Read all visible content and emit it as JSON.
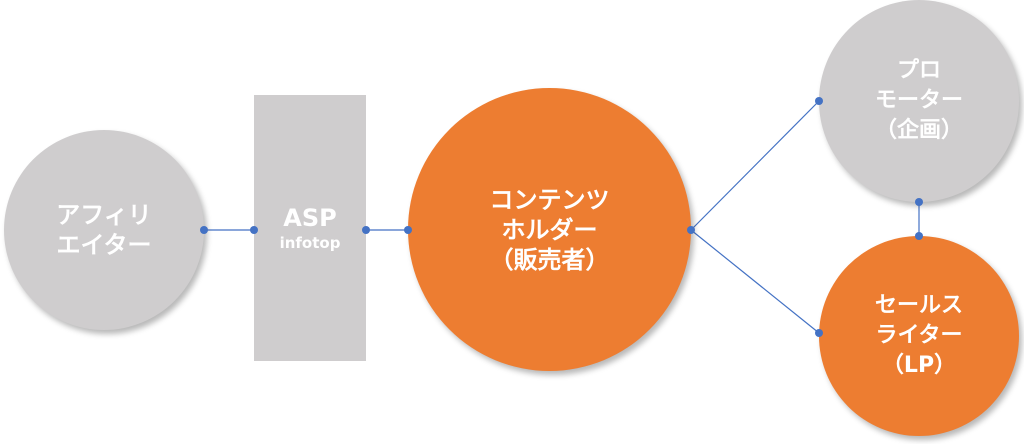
{
  "nodes": {
    "affiliator": {
      "lines": [
        "アフィリ",
        "エイター"
      ]
    },
    "asp": {
      "title": "ASP",
      "subtitle": "infotop"
    },
    "content_holder": {
      "lines": [
        "コンテンツ",
        "ホルダー",
        "（販売者）"
      ]
    },
    "promoter": {
      "lines": [
        "プロ",
        "モーター",
        "（企画）"
      ]
    },
    "sales_writer": {
      "lines": [
        "セールス",
        "ライター",
        "（LP）"
      ]
    }
  },
  "colors": {
    "gray": "#cfcdce",
    "orange": "#ed7d31",
    "connector": "#4472c4"
  }
}
